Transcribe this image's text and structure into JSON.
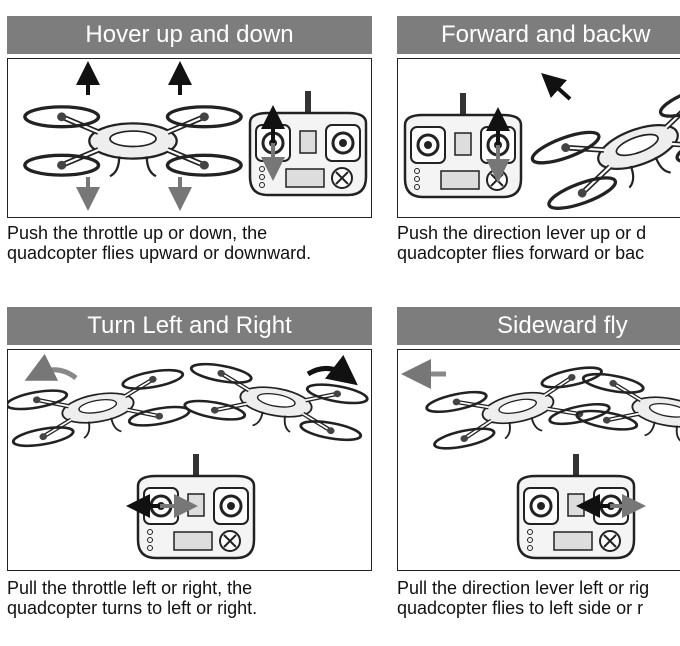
{
  "panels": [
    {
      "title": "Hover up and down",
      "caption_line1": "Push the throttle up or down, the",
      "caption_line2": "quadcopter flies upward or downward."
    },
    {
      "title": "Forward and backw",
      "caption_line1": "Push the direction lever up or d",
      "caption_line2": "quadcopter flies forward or bac"
    },
    {
      "title": "Turn Left and Right",
      "caption_line1": "Pull the throttle left or right, the",
      "caption_line2": "quadcopter turns to left or right."
    },
    {
      "title": "Sideward fly",
      "caption_line1": "Pull the direction lever left or rig",
      "caption_line2": "quadcopter flies to left side or r"
    }
  ]
}
